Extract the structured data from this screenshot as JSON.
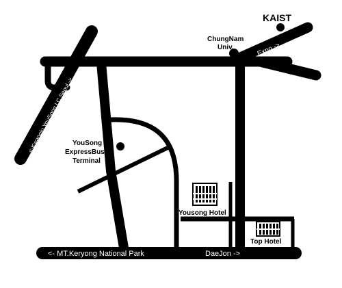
{
  "map": {
    "labels": {
      "kaist": "KAIST",
      "chungnam_line1": "ChungNam",
      "chungnam_line2": "Univ.",
      "expo": "Expo  ->",
      "seoul_road": "<-Kwangju  YouSong I.C   Seoul  ->",
      "terminal_line1": "YouSong",
      "terminal_line2": "ExpressBus",
      "terminal_line3": "Terminal",
      "yousong_hotel": "Yousong Hotel",
      "top_hotel": "Top Hotel",
      "mt_keryong": "<- MT.Keryong National Park",
      "daejon": "DaeJon  ->"
    },
    "colors": {
      "road": "#000000",
      "background": "#ffffff",
      "road_text": "#ffffff",
      "label_text": "#000000"
    },
    "icons": {
      "hotel": "building-icon",
      "poi": "location-dot-icon"
    }
  }
}
